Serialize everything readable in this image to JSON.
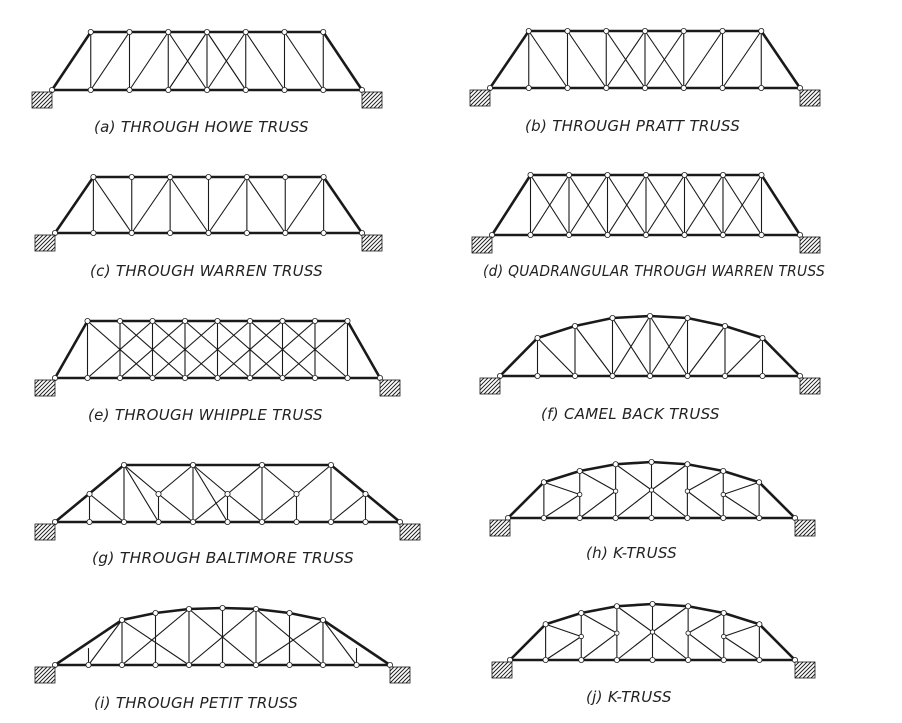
{
  "trusses": [
    {
      "id": "a",
      "type": "howe",
      "panels": 8,
      "caption": "(a) THROUGH HOWE TRUSS"
    },
    {
      "id": "b",
      "type": "pratt",
      "panels": 8,
      "caption": "(b) THROUGH PRATT TRUSS"
    },
    {
      "id": "c",
      "type": "warren",
      "panels": 8,
      "caption": "(c) THROUGH WARREN TRUSS"
    },
    {
      "id": "d",
      "type": "quad-warren",
      "panels": 8,
      "caption": "(d) QUADRANGULAR THROUGH WARREN TRUSS"
    },
    {
      "id": "e",
      "type": "whipple",
      "panels": 10,
      "caption": "(e) THROUGH WHIPPLE TRUSS"
    },
    {
      "id": "f",
      "type": "camelback",
      "panels": 8,
      "caption": "(f) CAMEL BACK TRUSS"
    },
    {
      "id": "g",
      "type": "baltimore",
      "panels": 10,
      "caption": "(g) THROUGH BALTIMORE TRUSS"
    },
    {
      "id": "h",
      "type": "k-truss",
      "panels": 8,
      "caption": "(h) K-TRUSS"
    },
    {
      "id": "i",
      "type": "petit",
      "panels": 10,
      "caption": "(i) THROUGH PETIT TRUSS"
    },
    {
      "id": "j",
      "type": "k-truss",
      "panels": 8,
      "caption": "(j) K-TRUSS"
    }
  ]
}
